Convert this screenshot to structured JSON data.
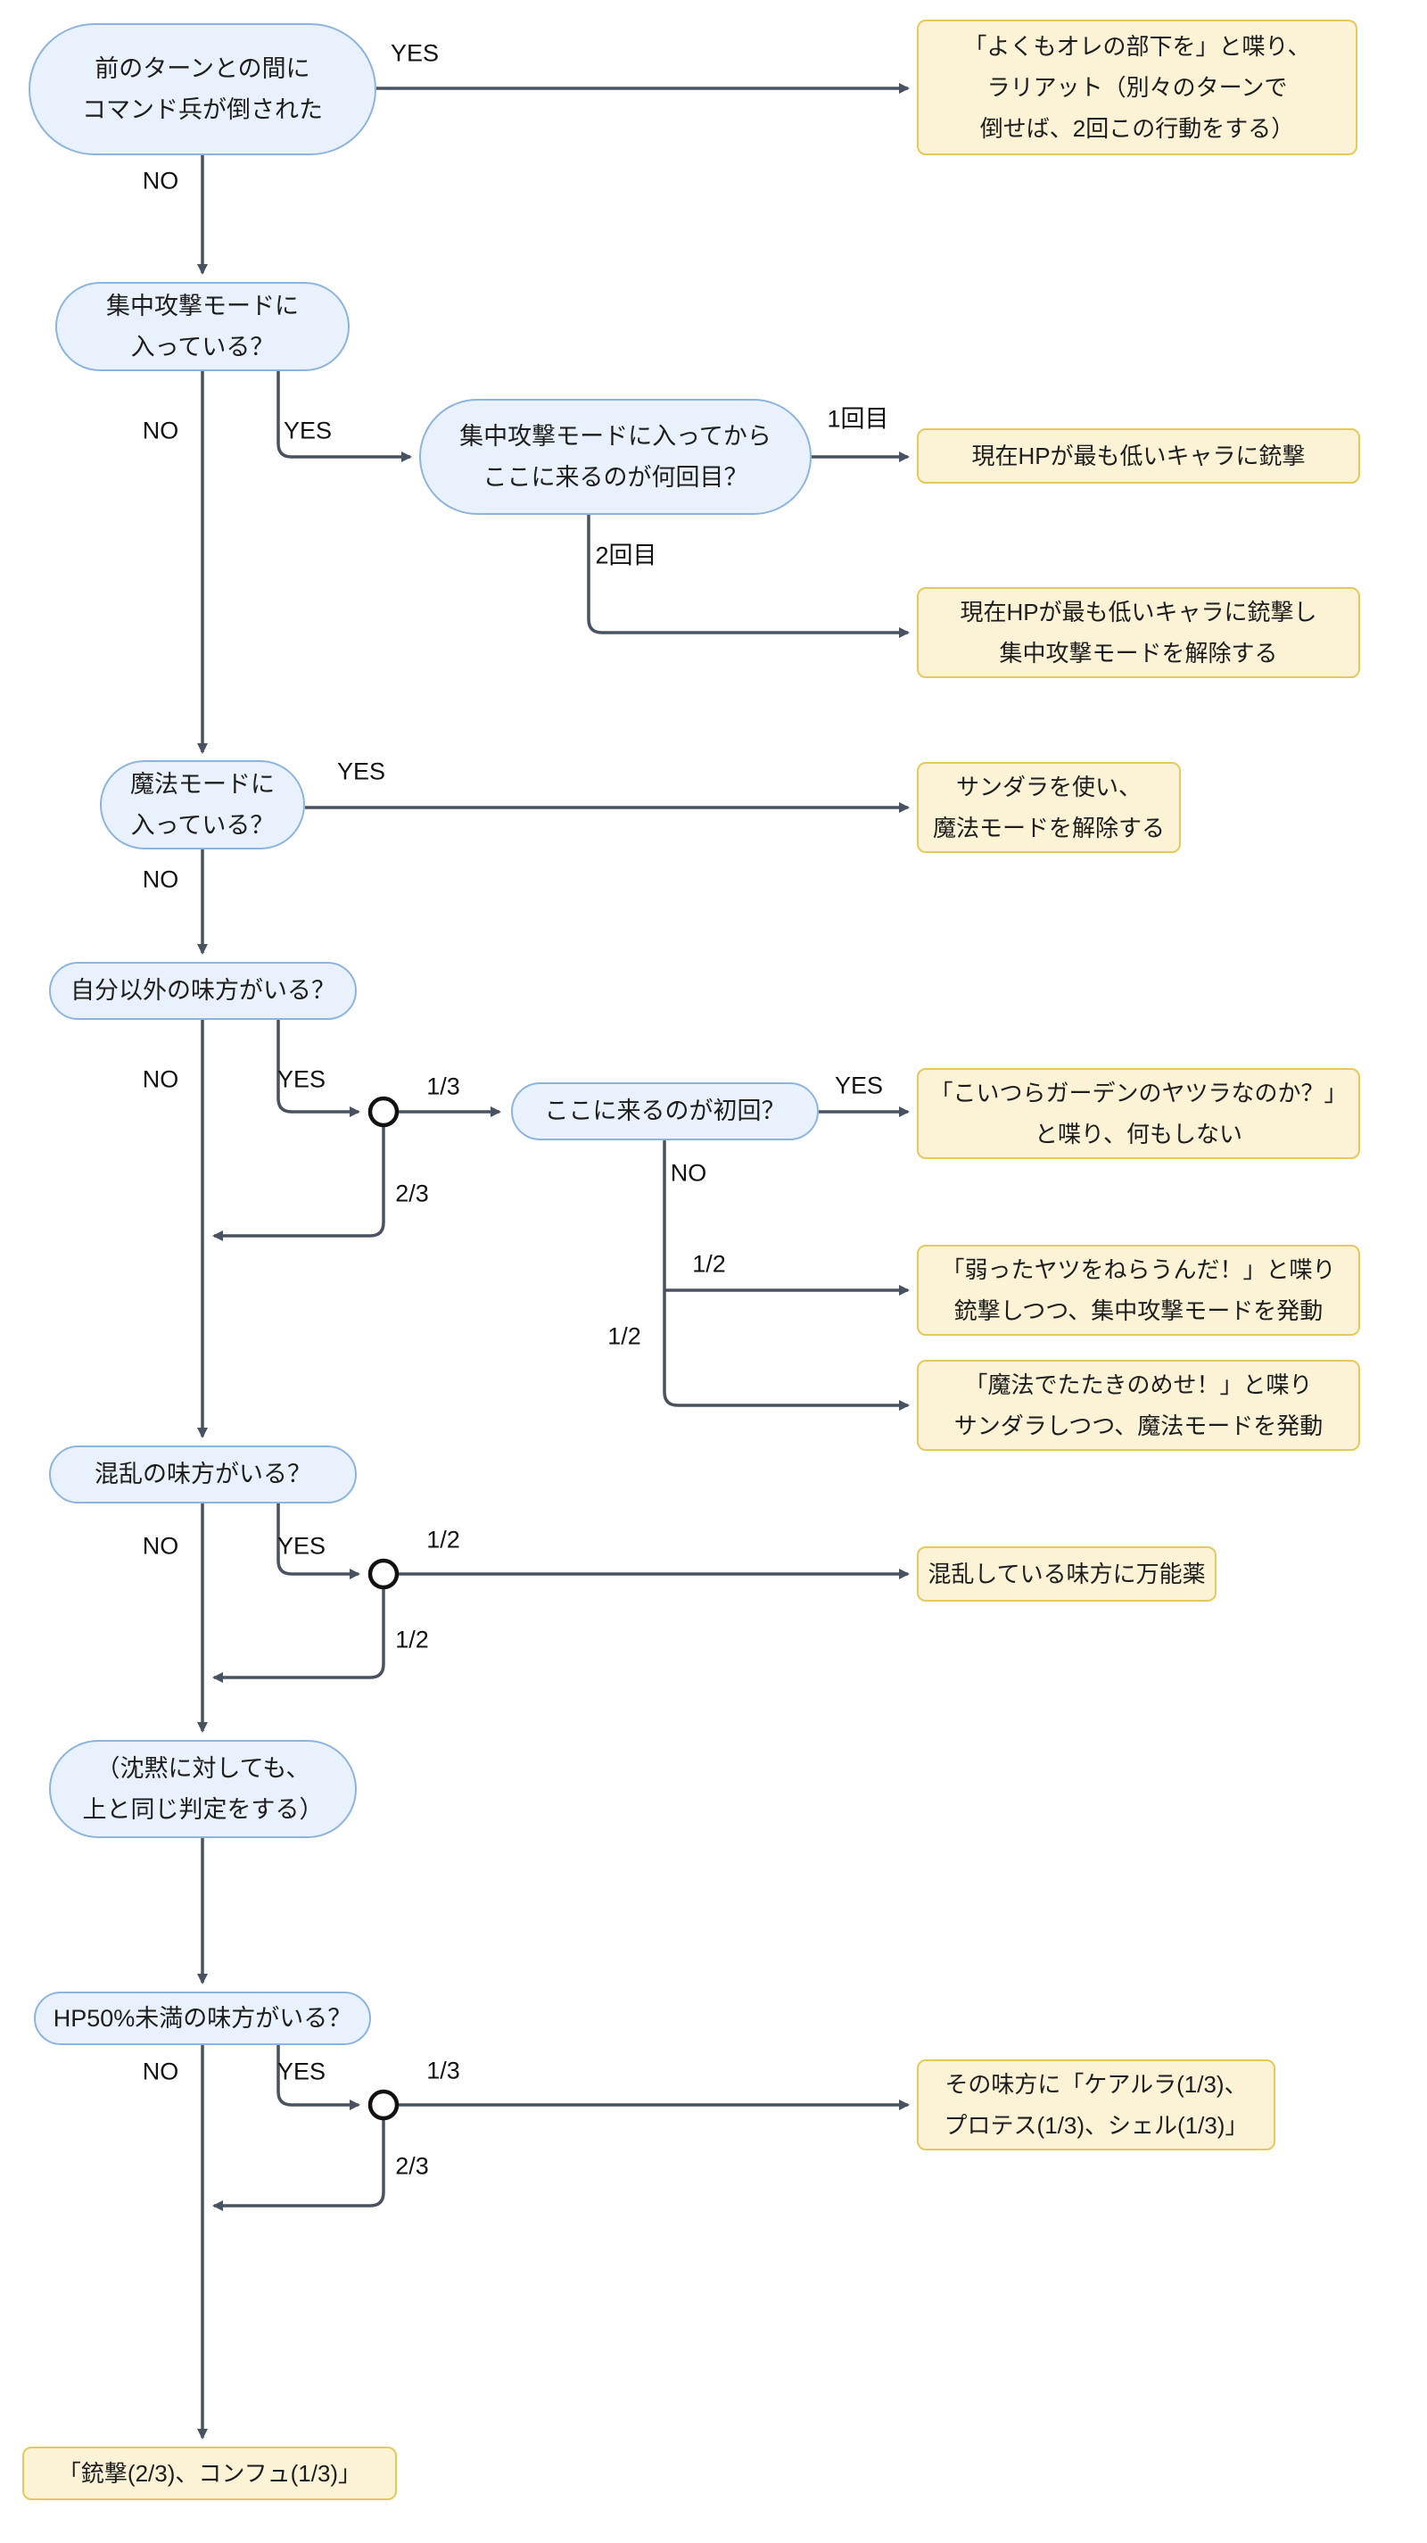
{
  "diagram": {
    "title": "enemy-ai-flowchart",
    "nodes": {
      "n1": [
        "前のターンとの間に",
        "コマンド兵が倒された"
      ],
      "n2": [
        "集中攻撃モードに",
        "入っている？"
      ],
      "n3": [
        "集中攻撃モードに入ってから",
        "ここに来るのが何回目？"
      ],
      "n4": [
        "魔法モードに",
        "入っている？"
      ],
      "n5": [
        "自分以外の味方がいる？"
      ],
      "n6": [
        "ここに来るのが初回？"
      ],
      "n7": [
        "混乱の味方がいる？"
      ],
      "n8": [
        "（沈黙に対しても、",
        "上と同じ判定をする）"
      ],
      "n9": [
        "HP50%未満の味方がいる？"
      ]
    },
    "actions": {
      "b1": [
        "「よくもオレの部下を」と喋り、",
        "ラリアット（別々のターンで",
        "倒せば、2回この行動をする）"
      ],
      "b2": [
        "現在HPが最も低いキャラに銃撃"
      ],
      "b3": [
        "現在HPが最も低いキャラに銃撃し",
        "集中攻撃モードを解除する"
      ],
      "b4": [
        "サンダラを使い、",
        "魔法モードを解除する"
      ],
      "b5": [
        "「こいつらガーデンのヤツラなのか？」",
        "と喋り、何もしない"
      ],
      "b6": [
        "「弱ったヤツをねらうんだ！」と喋り",
        "銃撃しつつ、集中攻撃モードを発動"
      ],
      "b7": [
        "「魔法でたたきのめせ！」と喋り",
        "サンダラしつつ、魔法モードを発動"
      ],
      "b8": [
        "混乱している味方に万能薬"
      ],
      "b9": [
        "その味方に「ケアルラ(1/3)、",
        "プロテス(1/3)、シェル(1/3)」"
      ],
      "b10": [
        "「銃撃(2/3)、コンフュ(1/3)」"
      ]
    },
    "edge_labels": {
      "yes1": "YES",
      "no1": "NO",
      "no2": "NO",
      "yes2": "YES",
      "t1": "1回目",
      "t2": "2回目",
      "yes3": "YES",
      "no3": "NO",
      "no4": "NO",
      "yes4": "YES",
      "p13a": "1/3",
      "p23a": "2/3",
      "yes5": "YES",
      "no5": "NO",
      "p12a": "1/2",
      "p12b": "1/2",
      "no6": "NO",
      "yes6": "YES",
      "p12c": "1/2",
      "p12d": "1/2",
      "no7": "NO",
      "yes7": "YES",
      "p13b": "1/3",
      "p23b": "2/3"
    },
    "colors": {
      "node_fill": "#e9f2fc",
      "node_border": "#8db4de",
      "action_fill": "#fcf2d5",
      "action_border": "#e6c95c",
      "edge": "#485260",
      "junction_stroke": "#111111"
    }
  }
}
